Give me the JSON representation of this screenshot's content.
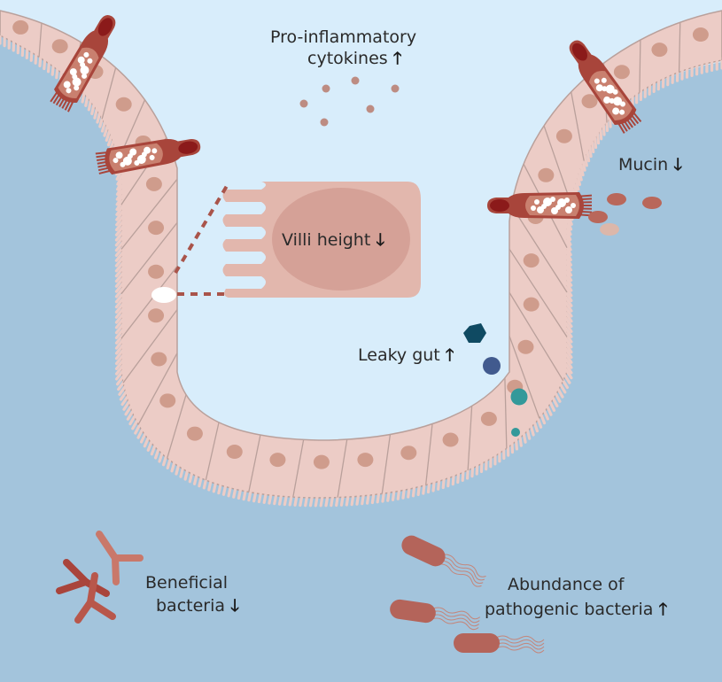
{
  "colors": {
    "lumen": "#d8edfb",
    "outside": "#a3c4dc",
    "cell": "#ecccc6",
    "cell_stroke": "#b9a09b",
    "nucleus": "#cf9c8c",
    "goblet_outer": "#a8453b",
    "goblet_dark": "#8b1a1a",
    "goblet_mid": "#c9806f",
    "cytokine": "#bd8c82",
    "mucin": "#b9675a",
    "mucin_light": "#dcb7aa",
    "hexagon": "#0f4a62",
    "circle_blue": "#415a8e",
    "circle_teal": "#33999a",
    "pathogen": "#b4645a",
    "beneficial_dark": "#a9443b",
    "beneficial_light": "#c9786a",
    "zoom_cell": "#e2b7ad",
    "zoom_nucleus": "#d5a197",
    "dash": "#a9544a"
  },
  "labels": {
    "cytokines_line1": "Pro-inflammatory",
    "cytokines_line2": "cytokines",
    "cytokines_trend": "up",
    "villi": "Villi height",
    "villi_trend": "down",
    "mucin": "Mucin",
    "mucin_trend": "down",
    "leaky": "Leaky gut",
    "leaky_trend": "up",
    "beneficial_line1": "Beneficial",
    "beneficial_line2": "bacteria",
    "beneficial_trend": "down",
    "pathogenic_line1": "Abundance of",
    "pathogenic_line2": "pathogenic bacteria",
    "pathogenic_trend": "up"
  },
  "arrows": {
    "up": "🡑",
    "down": "🡓"
  }
}
